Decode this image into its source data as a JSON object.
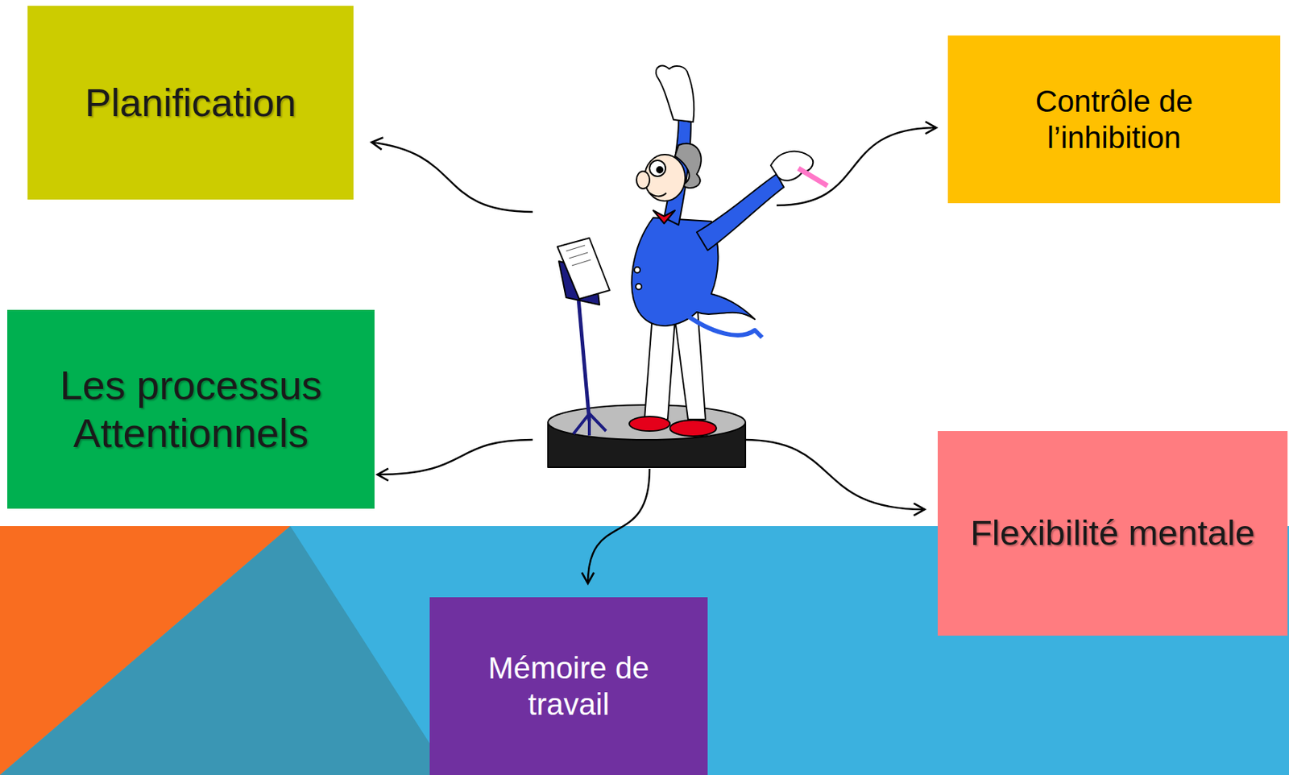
{
  "diagram": {
    "nodes": [
      {
        "text": [
          "Planification"
        ]
      },
      {
        "text": [
          "Contrôle de l’inhibition"
        ]
      },
      {
        "text": [
          "Les processus Attentionnels"
        ]
      },
      {
        "text": [
          "Flexibilité mentale"
        ]
      },
      {
        "text": [
          "Mémoire de travail"
        ]
      }
    ]
  }
}
